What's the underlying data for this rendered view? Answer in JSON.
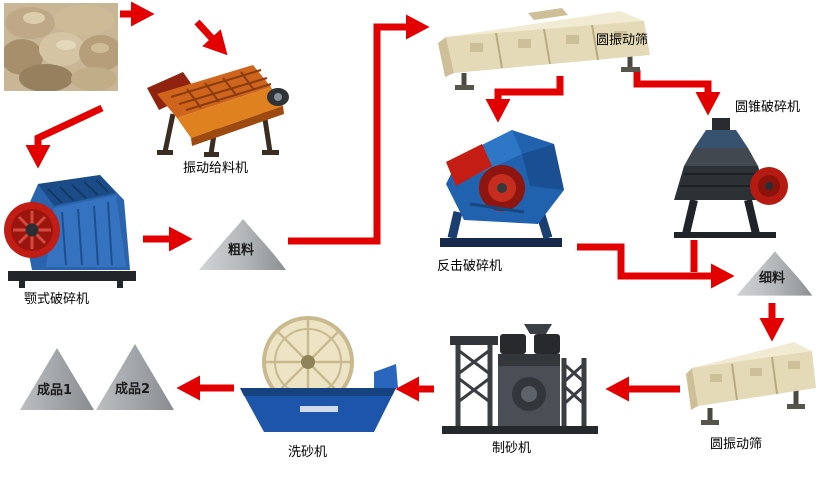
{
  "diagram": {
    "type": "process-flow",
    "subject": "sand and stone crushing production line",
    "background": "#ffffff"
  },
  "labels": {
    "vibrating_feeder": "振动给料机",
    "top_screen": "圆振动筛",
    "cone_crusher": "圆锥破碎机",
    "jaw_crusher": "颚式破碎机",
    "coarse_material": "粗料",
    "impact_crusher": "反击破碎机",
    "fine_material": "细料",
    "product_1": "成品1",
    "product_2": "成品2",
    "sand_washer": "洗砂机",
    "sand_maker": "制砂机",
    "bottom_screen": "圆振动筛"
  },
  "colors": {
    "arrow_red": "#e30000",
    "crusher_blue": "#2a64ad",
    "flywheel_red": "#c11d14",
    "feeder_orange": "#cf651d",
    "screen_beige": "#e4dab7",
    "pile_gray": "#b5b8bb",
    "dark_machine": "#2c3136",
    "washer_blue": "#1c55a9"
  },
  "flow": [
    {
      "from": "raw_stone",
      "to": "vibrating_feeder"
    },
    {
      "from": "vibrating_feeder",
      "to": "jaw_crusher"
    },
    {
      "from": "jaw_crusher",
      "to": "coarse_material"
    },
    {
      "from": "coarse_material",
      "to": "top_screen"
    },
    {
      "from": "top_screen",
      "to": "impact_crusher"
    },
    {
      "from": "top_screen",
      "to": "cone_crusher"
    },
    {
      "from": "impact_crusher",
      "to": "fine_material"
    },
    {
      "from": "cone_crusher",
      "to": "fine_material"
    },
    {
      "from": "fine_material",
      "to": "bottom_screen"
    },
    {
      "from": "bottom_screen",
      "to": "sand_maker"
    },
    {
      "from": "sand_maker",
      "to": "sand_washer"
    },
    {
      "from": "sand_washer",
      "to": "product_1"
    },
    {
      "from": "sand_washer",
      "to": "product_2"
    }
  ]
}
